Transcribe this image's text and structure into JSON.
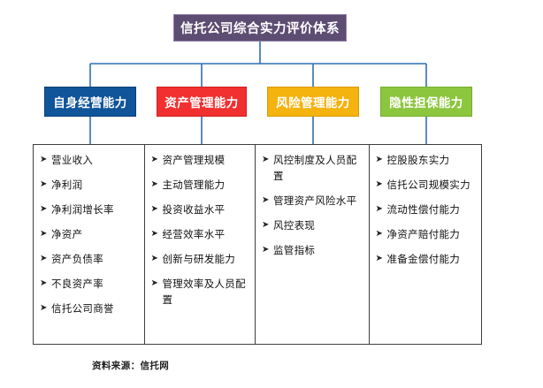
{
  "title": {
    "text": "信托公司综合实力评价体系",
    "color": "#5d4d72"
  },
  "categories": [
    {
      "label": "自身经营能力",
      "color": "#10559a"
    },
    {
      "label": "资产管理能力",
      "color": "#f23030"
    },
    {
      "label": "风险管理能力",
      "color": "#f5b30f"
    },
    {
      "label": "隐性担保能力",
      "color": "#8cc63f"
    }
  ],
  "columns": [
    {
      "items": [
        "营业收入",
        "净利润",
        "净利润增长率",
        "净资产",
        "资产负债率",
        "不良资产率",
        "信托公司商誉"
      ]
    },
    {
      "items": [
        "资产管理规模",
        "主动管理能力",
        "投资收益水平",
        "经营效率水平",
        "创新与研发能力",
        "管理效率及人员配置"
      ]
    },
    {
      "items": [
        "风控制度及人员配置",
        "管理资产风险水平",
        "风控表现",
        "监管指标"
      ]
    },
    {
      "items": [
        "控股股东实力",
        "信托公司规模实力",
        "流动性偿付能力",
        "净资产赔付能力",
        "准备金偿付能力"
      ]
    }
  ],
  "bullet_glyph": "➤",
  "connector_color": "#2f6eb5",
  "footer": {
    "source": "资料来源：信托网"
  }
}
